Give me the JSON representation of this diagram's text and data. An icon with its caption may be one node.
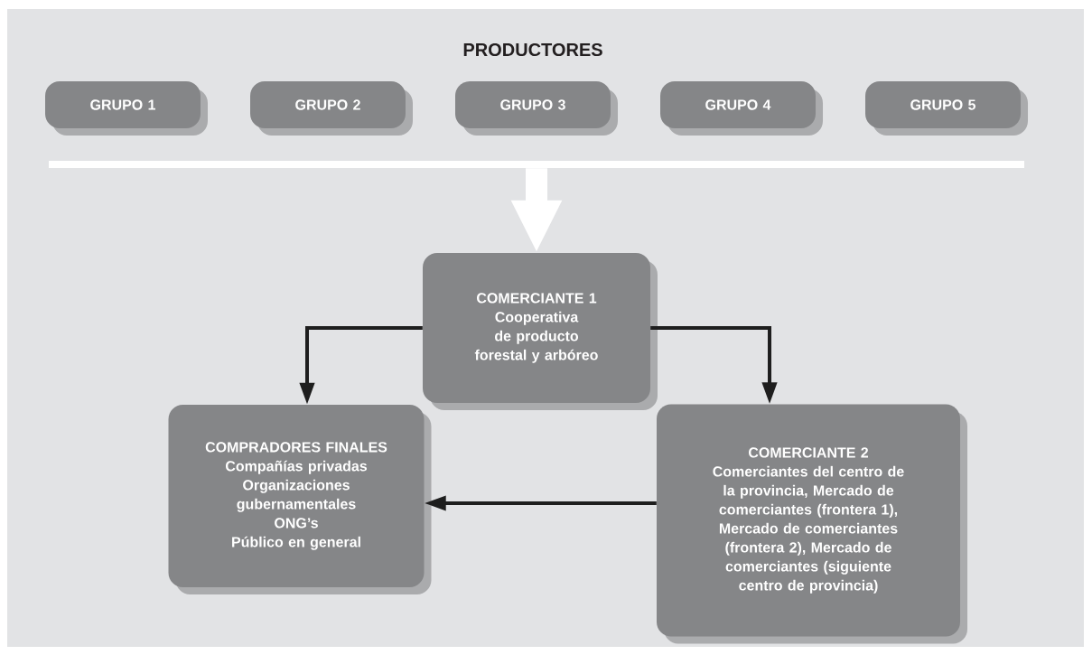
{
  "diagram": {
    "title": "PRODUCTORES",
    "nodes": [
      {
        "text": [
          "GRUPO 1"
        ]
      },
      {
        "text": [
          "GRUPO 2"
        ]
      },
      {
        "text": [
          "GRUPO 3"
        ]
      },
      {
        "text": [
          "GRUPO 4"
        ]
      },
      {
        "text": [
          "GRUPO 5"
        ]
      },
      {
        "text": [],
        "shape": "bar"
      },
      {
        "text": [
          "COMERCIANTE 1",
          "Cooperativa de producto forestal y arbóreo"
        ]
      },
      {
        "text": [
          "COMPRADORES FINALES",
          "Compañías privadas",
          "Organizaciones gubernamentales",
          "ONG’s",
          "Público en general"
        ]
      },
      {
        "text": [
          "COMERCIANTE 2",
          "Comerciantes del centro de la provincia, Mercado de comerciantes (frontera 1), Mercado de comerciantes (frontera 2), Mercado de comerciantes (siguiente centro de provincia)"
        ]
      }
    ],
    "edges": [
      {
        "from": 5,
        "to": 6,
        "arrow": "to",
        "style": "thick",
        "color": "#ffffff"
      },
      {
        "from": 6,
        "to": 7,
        "arrow": "to",
        "color": "#1e1e1e"
      },
      {
        "from": 6,
        "to": 8,
        "arrow": "to",
        "color": "#1e1e1e"
      },
      {
        "from": 8,
        "to": 7,
        "arrow": "to",
        "color": "#1e1e1e"
      }
    ]
  }
}
